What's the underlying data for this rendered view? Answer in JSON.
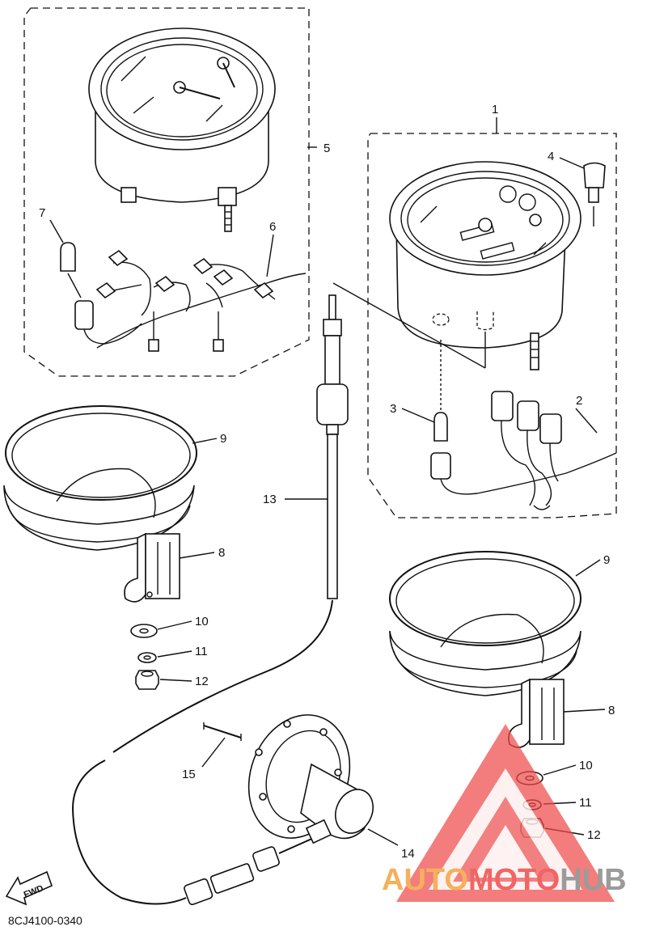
{
  "callouts": [
    {
      "id": "c1",
      "text": "1"
    },
    {
      "id": "c2",
      "text": "2"
    },
    {
      "id": "c3",
      "text": "3"
    },
    {
      "id": "c4",
      "text": "4"
    },
    {
      "id": "c5",
      "text": "5"
    },
    {
      "id": "c6",
      "text": "6"
    },
    {
      "id": "c7",
      "text": "7"
    },
    {
      "id": "c8a",
      "text": "8"
    },
    {
      "id": "c8b",
      "text": "8"
    },
    {
      "id": "c9a",
      "text": "9"
    },
    {
      "id": "c9b",
      "text": "9"
    },
    {
      "id": "c10a",
      "text": "10"
    },
    {
      "id": "c10b",
      "text": "10"
    },
    {
      "id": "c11a",
      "text": "11"
    },
    {
      "id": "c11b",
      "text": "11"
    },
    {
      "id": "c12a",
      "text": "12"
    },
    {
      "id": "c12b",
      "text": "12"
    },
    {
      "id": "c13",
      "text": "13"
    },
    {
      "id": "c14",
      "text": "14"
    },
    {
      "id": "c15",
      "text": "15"
    }
  ],
  "fwd_label": "FWD",
  "diagram_code": "8CJ4100-0340",
  "watermark": {
    "part1": "AUTO",
    "part2": "MOTO",
    "part3": "HUB",
    "color_orange": "#f4a340",
    "color_red": "#ef4b4b",
    "color_gray": "#8a8a8a"
  }
}
